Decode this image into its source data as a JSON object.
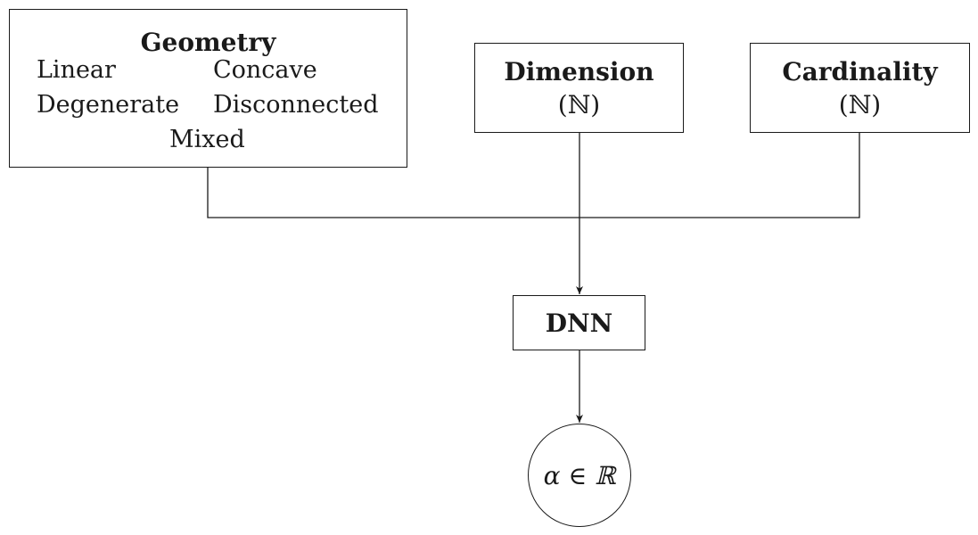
{
  "geometry": {
    "title": "Geometry",
    "items": [
      "Linear",
      "Concave",
      "Degenerate",
      "Disconnected",
      "Mixed"
    ]
  },
  "dimension": {
    "title": "Dimension",
    "domain": "(ℕ)"
  },
  "cardinality": {
    "title": "Cardinality",
    "domain": "(ℕ)"
  },
  "dnn": {
    "title": "DNN"
  },
  "output": {
    "label": "α ∈ ℝ"
  }
}
